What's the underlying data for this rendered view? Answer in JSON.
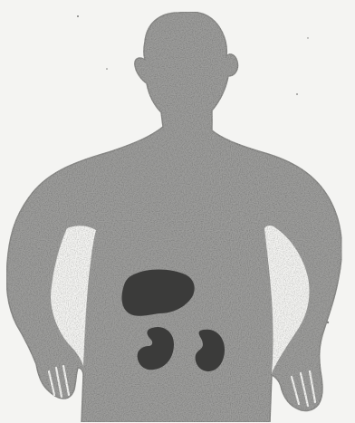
{
  "colors": {
    "background": "#f4f4f2",
    "silhouette": "#9d9d9b",
    "silhouette_edge": "#8e8e8c",
    "organ": "#3b3b3a",
    "speck": "#7d7d7b"
  },
  "figure": {
    "subject": "human-torso-silhouette",
    "organs": [
      "liver-or-spleen",
      "kidney-left",
      "kidney-right"
    ]
  }
}
